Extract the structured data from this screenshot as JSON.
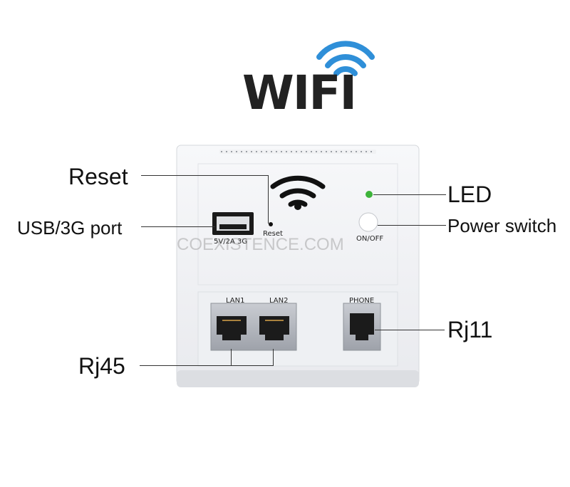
{
  "title": "WIFI",
  "colors": {
    "wifi_signal": "#2f8fd8",
    "led": "#3db33a",
    "panel": "#f2f3f5"
  },
  "callouts": {
    "reset": "Reset",
    "usb_port": "USB/3G port",
    "led": "LED",
    "power_switch": "Power switch",
    "rj11": "Rj11",
    "rj45": "Rj45"
  },
  "panel_labels": {
    "reset": "Reset",
    "usb": "5V/2A 3G",
    "on_off": "ON/OFF",
    "lan1": "LAN1",
    "lan2": "LAN2",
    "phone": "PHONE"
  },
  "watermark": "COEXISTENCE.COM",
  "icons": [
    "wifi-signal-icon",
    "wifi-panel-icon"
  ]
}
